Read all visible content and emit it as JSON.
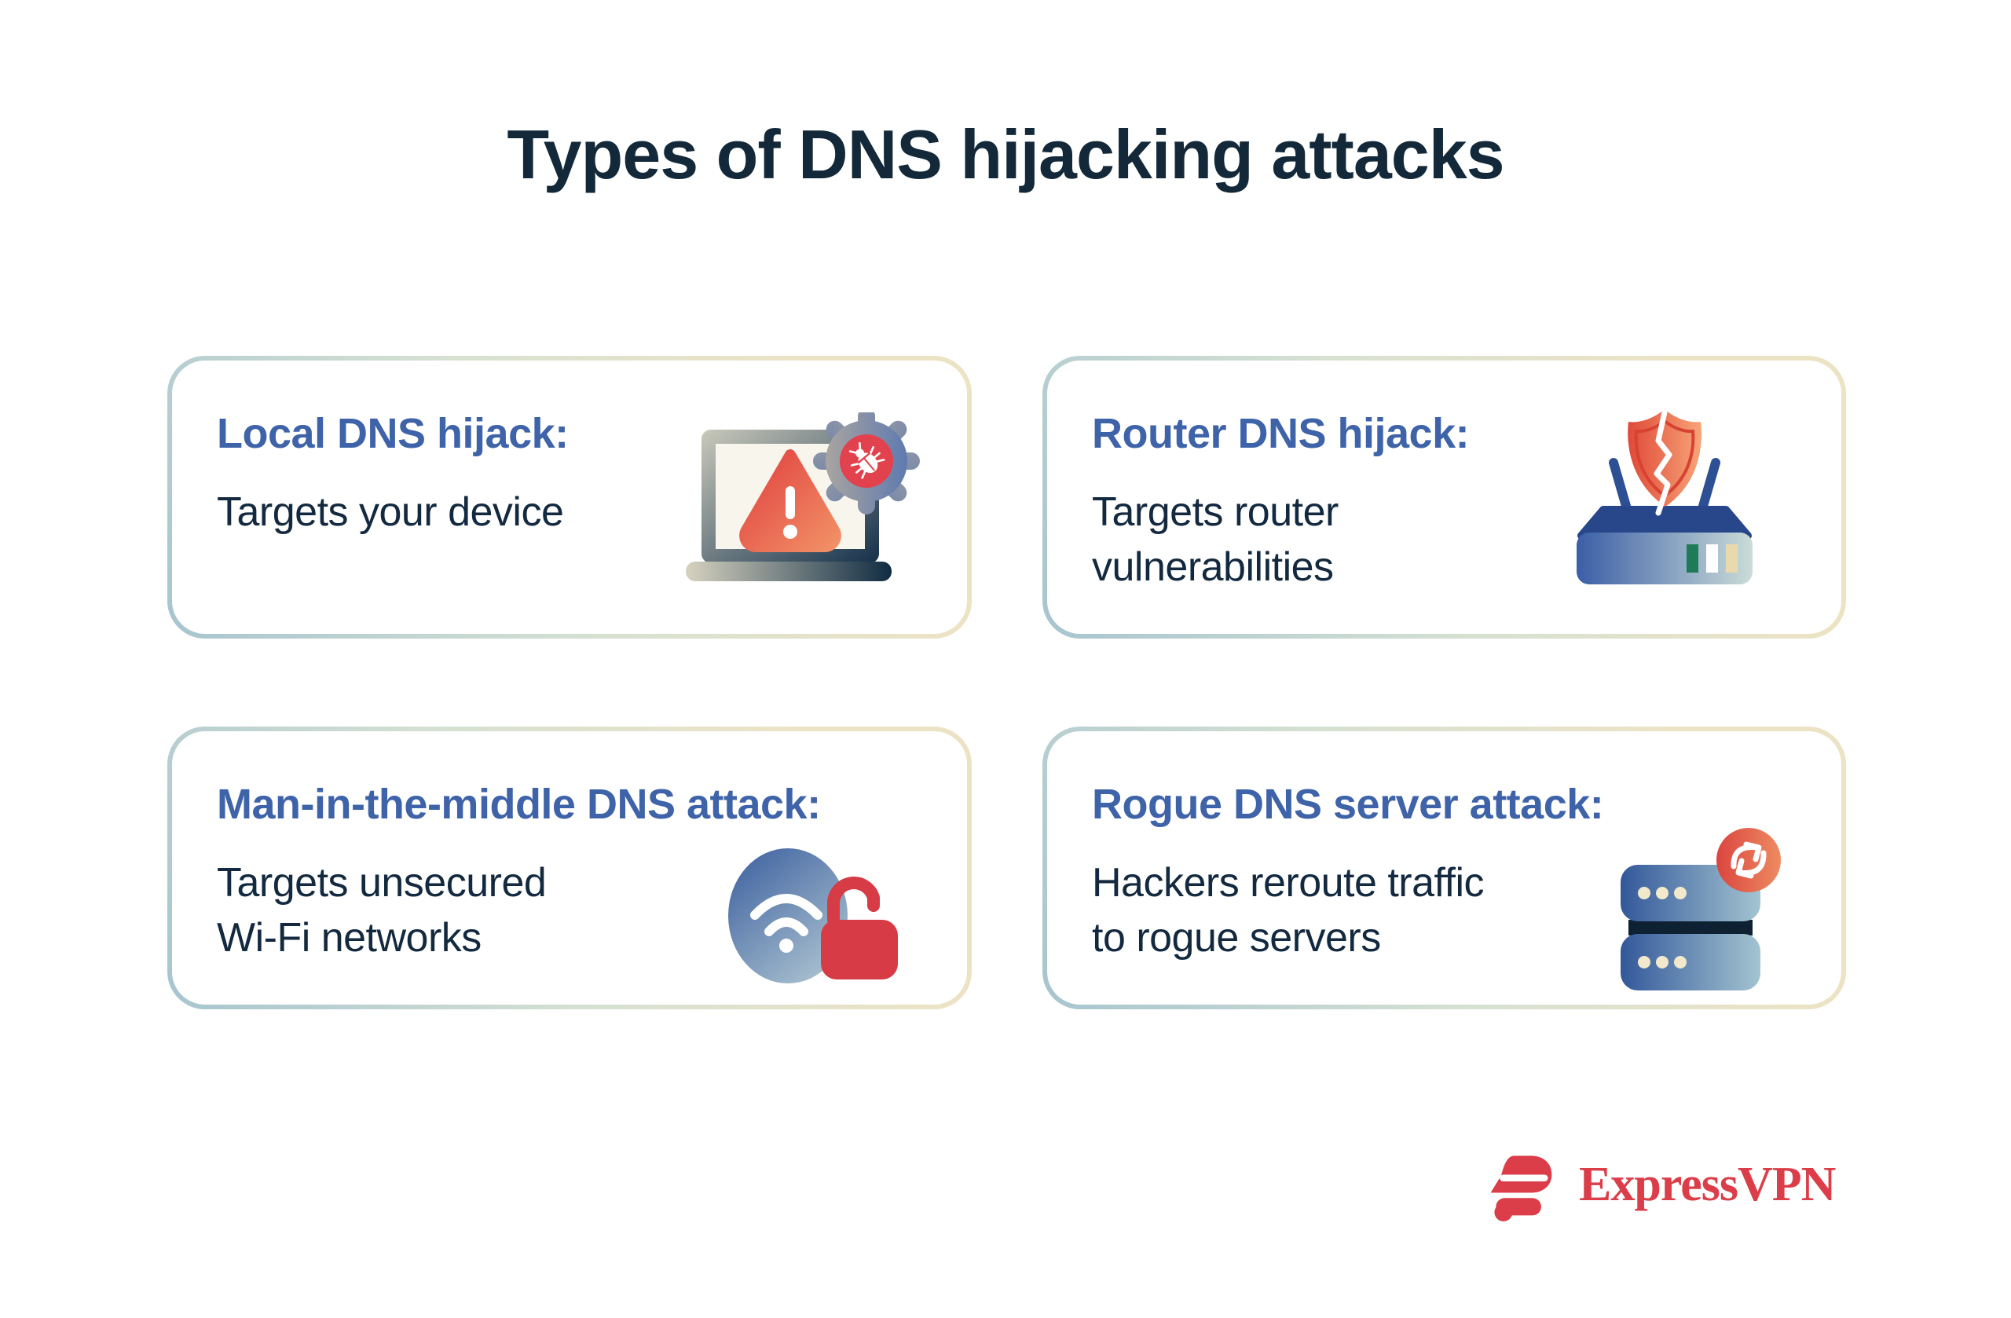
{
  "title": "Types of DNS hijacking attacks",
  "colors": {
    "background": "#ffffff",
    "title_text": "#13293a",
    "heading_blue": "#3e63a9",
    "body_navy": "#13293f",
    "card_border_teal": "#a7c5d0",
    "card_border_sage": "#d6e1d2",
    "card_border_cream": "#ece3c5",
    "alert_red": "#e2424d",
    "lock_red": "#d63b46",
    "brand_red": "#dc3e49",
    "icon_blue": "#3b5ea6",
    "icon_navy": "#0d2133"
  },
  "cards": [
    {
      "heading": "Local DNS hijack:",
      "body": "Targets your device",
      "icon": "laptop-warning-icon"
    },
    {
      "heading": "Router DNS hijack:",
      "body": "Targets router\nvulnerabilities",
      "icon": "router-shield-icon"
    },
    {
      "heading": "Man-in-the-middle DNS attack:",
      "body": "Targets unsecured\nWi-Fi networks",
      "icon": "wifi-open-lock-icon"
    },
    {
      "heading": "Rogue DNS server attack:",
      "body": "Hackers reroute traffic\nto rogue servers",
      "icon": "server-reroute-icon"
    }
  ],
  "footer": {
    "brand": "ExpressVPN"
  }
}
